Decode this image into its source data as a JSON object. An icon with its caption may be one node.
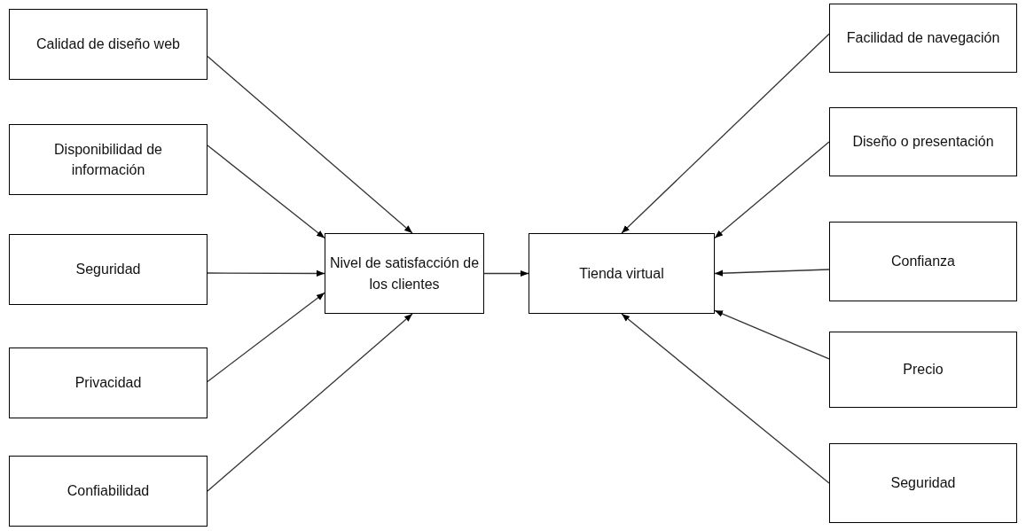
{
  "diagram": {
    "nodes": [
      {
        "text": [
          "Calidad de diseño web"
        ]
      },
      {
        "text": [
          "Disponibilidad de información"
        ]
      },
      {
        "text": [
          "Seguridad"
        ]
      },
      {
        "text": [
          "Privacidad"
        ]
      },
      {
        "text": [
          "Confiabilidad"
        ]
      },
      {
        "text": [
          "Nivel de satisfacción de los clientes"
        ]
      },
      {
        "text": [
          "Tienda virtual"
        ]
      },
      {
        "text": [
          "Facilidad de navegación"
        ]
      },
      {
        "text": [
          "Diseño o presentación"
        ]
      },
      {
        "text": [
          "Confianza"
        ]
      },
      {
        "text": [
          "Precio"
        ]
      },
      {
        "text": [
          "Seguridad"
        ]
      }
    ],
    "edges": [
      {
        "from": 0,
        "to": 5,
        "arrow": "to"
      },
      {
        "from": 1,
        "to": 5,
        "arrow": "to"
      },
      {
        "from": 2,
        "to": 5,
        "arrow": "to"
      },
      {
        "from": 3,
        "to": 5,
        "arrow": "to"
      },
      {
        "from": 4,
        "to": 5,
        "arrow": "to"
      },
      {
        "from": 5,
        "to": 6,
        "arrow": "to"
      },
      {
        "from": 7,
        "to": 6,
        "arrow": "to"
      },
      {
        "from": 8,
        "to": 6,
        "arrow": "to"
      },
      {
        "from": 9,
        "to": 6,
        "arrow": "to"
      },
      {
        "from": 10,
        "to": 6,
        "arrow": "to"
      },
      {
        "from": 11,
        "to": 6,
        "arrow": "to"
      }
    ]
  }
}
